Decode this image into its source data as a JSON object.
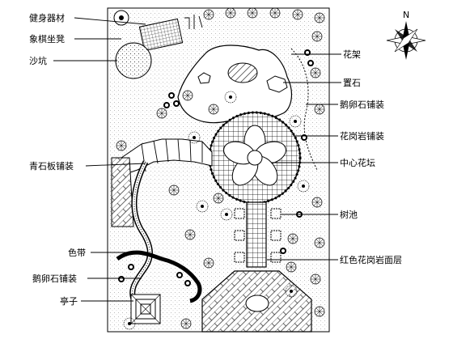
{
  "labels_left": [
    {
      "key": "fitness",
      "text": "健身器材"
    },
    {
      "key": "chess",
      "text": "象棋坐凳"
    },
    {
      "key": "sandpit",
      "text": "沙坑"
    },
    {
      "key": "bluestone",
      "text": "青石板铺装"
    },
    {
      "key": "colorband",
      "text": "色带"
    },
    {
      "key": "pebble_left",
      "text": "鹅卵石铺装"
    },
    {
      "key": "pavilion",
      "text": "亭子"
    }
  ],
  "labels_right": [
    {
      "key": "trellis",
      "text": "花架"
    },
    {
      "key": "rock",
      "text": "置石"
    },
    {
      "key": "pebble_right",
      "text": "鹅卵石铺装"
    },
    {
      "key": "granite",
      "text": "花岗岩铺装"
    },
    {
      "key": "flowerbed",
      "text": "中心花坛"
    },
    {
      "key": "treepool",
      "text": "树池"
    },
    {
      "key": "redgranite",
      "text": "红色花岗岩面层"
    }
  ],
  "north_label": "N",
  "colors": {
    "line": "#000000",
    "background": "#ffffff"
  }
}
